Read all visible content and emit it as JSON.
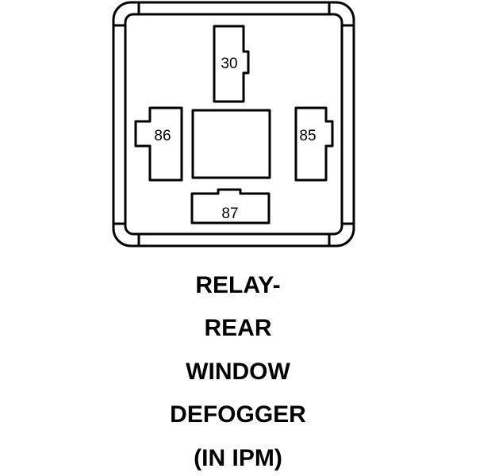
{
  "relay": {
    "pins": {
      "p30": "30",
      "p86": "86",
      "p85": "85",
      "p87": "87"
    }
  },
  "caption": {
    "lines": [
      "RELAY-",
      "REAR",
      "WINDOW",
      "DEFOGGER",
      "(IN IPM)"
    ]
  },
  "colors": {
    "stroke": "#000000",
    "background": "#ffffff"
  }
}
